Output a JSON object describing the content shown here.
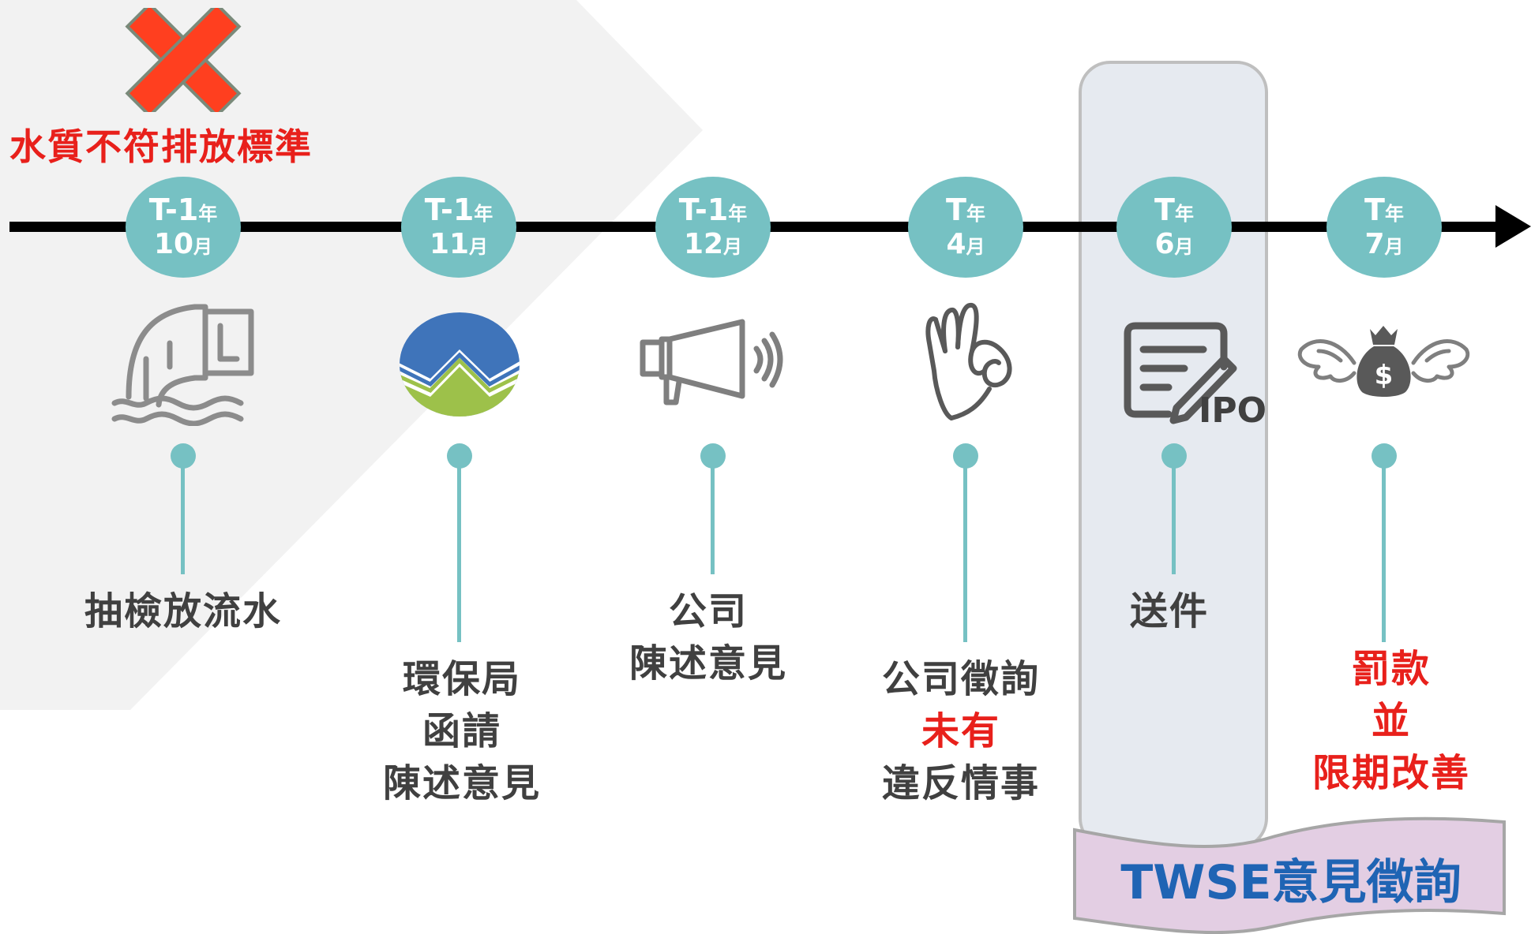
{
  "header": {
    "violation_text": "水質不符排放標準",
    "cross_icon": "red-x-icon"
  },
  "colors": {
    "accent": "#76C1C3",
    "alert": "#E8201B",
    "text": "#404040",
    "panel": "#E6EAF0",
    "banner": "#E3CEE3",
    "banner_text": "#1F64B4"
  },
  "timeline": [
    {
      "id": "e1",
      "time_line1": "T-1",
      "time_unit1": "年",
      "time_line2": "10",
      "time_unit2": "月",
      "icon": "discharge-pipe-icon",
      "label": [
        "抽檢放流水"
      ]
    },
    {
      "id": "e2",
      "time_line1": "T-1",
      "time_unit1": "年",
      "time_line2": "11",
      "time_unit2": "月",
      "icon": "epa-logo-icon",
      "label": [
        "環保局",
        "函請",
        "陳述意見"
      ]
    },
    {
      "id": "e3",
      "time_line1": "T-1",
      "time_unit1": "年",
      "time_line2": "12",
      "time_unit2": "月",
      "icon": "megaphone-icon",
      "label": [
        "公司",
        "陳述意見"
      ]
    },
    {
      "id": "e4",
      "time_line1": "T",
      "time_unit1": "年",
      "time_line2": "4",
      "time_unit2": "月",
      "icon": "ok-hand-icon",
      "label": [
        "公司徵詢",
        "未有",
        "違反情事"
      ]
    },
    {
      "id": "e5",
      "time_line1": "T",
      "time_unit1": "年",
      "time_line2": "6",
      "time_unit2": "月",
      "icon": "ipo-document-icon",
      "icon_text": "IPO",
      "label": [
        "送件"
      ]
    },
    {
      "id": "e6",
      "time_line1": "T",
      "time_unit1": "年",
      "time_line2": "7",
      "time_unit2": "月",
      "icon": "money-bag-wings-icon",
      "label": [
        "罰款",
        "並",
        "限期改善"
      ]
    }
  ],
  "banner": {
    "text": "TWSE意見徵詢"
  }
}
